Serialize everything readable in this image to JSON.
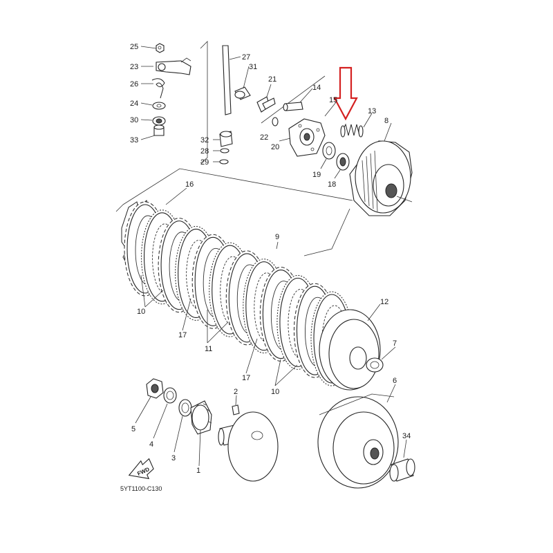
{
  "labels": {
    "p1": "1",
    "p2": "2",
    "p3": "3",
    "p4": "4",
    "p5": "5",
    "p6": "6",
    "p7": "7",
    "p8": "8",
    "p9": "9",
    "p10a": "10",
    "p10b": "10",
    "p11a": "11",
    "p12": "12",
    "p13": "13",
    "p14": "14",
    "p15": "15",
    "p16": "16",
    "p17a": "17",
    "p17b": "17",
    "p18": "18",
    "p19": "19",
    "p20": "20",
    "p21": "21",
    "p22": "22",
    "p23": "23",
    "p24": "24",
    "p25": "25",
    "p26": "26",
    "p27": "27",
    "p28": "28",
    "p29": "29",
    "p30": "30",
    "p31": "31",
    "p32": "32",
    "p33": "33",
    "p34": "34"
  },
  "fwd_label": "FWD",
  "diagram_code": "5YT1100-C130",
  "highlight": {
    "color": "#d42020",
    "target": "13"
  }
}
